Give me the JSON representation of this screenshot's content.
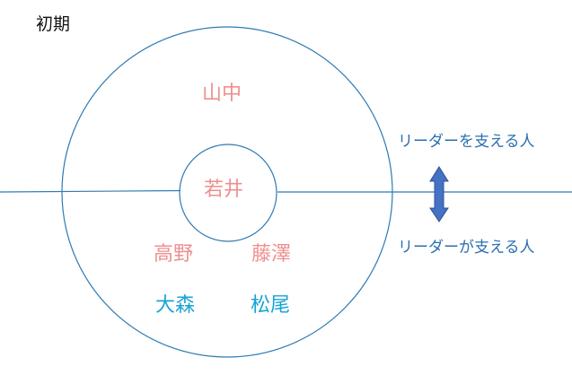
{
  "title": "初期",
  "names": {
    "yamanaka": "山中",
    "wakai": "若井",
    "takano": "高野",
    "fujisawa": "藤澤",
    "omori": "大森",
    "matsuo": "松尾"
  },
  "side_labels": {
    "top": "リーダーを支える人",
    "bottom": "リーダーが支える人"
  },
  "icons": {
    "arrow": "double-headed-vertical-arrow-icon"
  },
  "colors": {
    "line": "#2e7bb4",
    "pink_text": "#ee8f8f",
    "blue_text": "#1aa3d6",
    "arrow_fill": "#4472c4",
    "arrow_stroke": "#2f528f"
  }
}
